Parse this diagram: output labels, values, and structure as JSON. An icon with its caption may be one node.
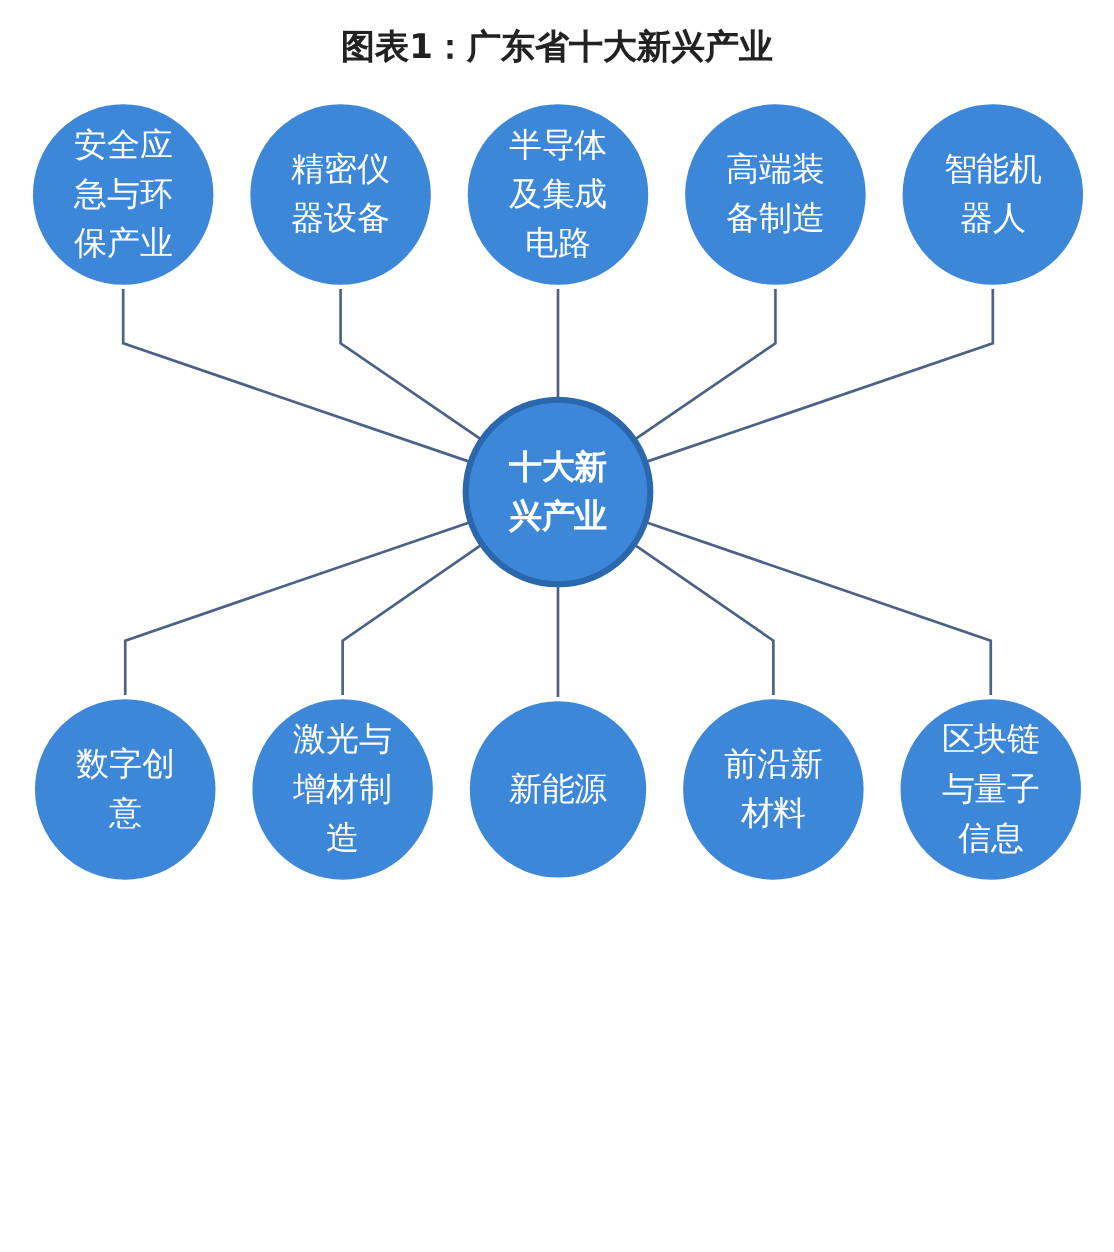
{
  "diagram": {
    "title": "图表1：广东省十大新兴产业",
    "nodes": [
      {
        "text": [
          "半导体及集成电路"
        ]
      },
      {
        "text": [
          "精密仪器设备"
        ]
      },
      {
        "text": [
          "高端装备制造"
        ]
      },
      {
        "text": [
          "安全应急与环保产业"
        ]
      },
      {
        "text": [
          "智能机器人"
        ]
      },
      {
        "text": [
          "十大新兴产业"
        ]
      },
      {
        "text": [
          "数字创意"
        ]
      },
      {
        "text": [
          "区块链与量子信息"
        ]
      },
      {
        "text": [
          "激光与增材制造"
        ]
      },
      {
        "text": [
          "前沿新材料"
        ]
      },
      {
        "text": [
          "新能源"
        ]
      }
    ],
    "edges": [
      {
        "from": 3,
        "to": 5,
        "arrow": "none"
      },
      {
        "from": 1,
        "to": 5,
        "arrow": "none"
      },
      {
        "from": 0,
        "to": 5,
        "arrow": "none"
      },
      {
        "from": 2,
        "to": 5,
        "arrow": "none"
      },
      {
        "from": 4,
        "to": 5,
        "arrow": "none"
      },
      {
        "from": 5,
        "to": 6,
        "arrow": "none"
      },
      {
        "from": 5,
        "to": 8,
        "arrow": "none"
      },
      {
        "from": 5,
        "to": 10,
        "arrow": "none"
      },
      {
        "from": 5,
        "to": 9,
        "arrow": "none"
      },
      {
        "from": 5,
        "to": 7,
        "arrow": "none"
      }
    ]
  }
}
